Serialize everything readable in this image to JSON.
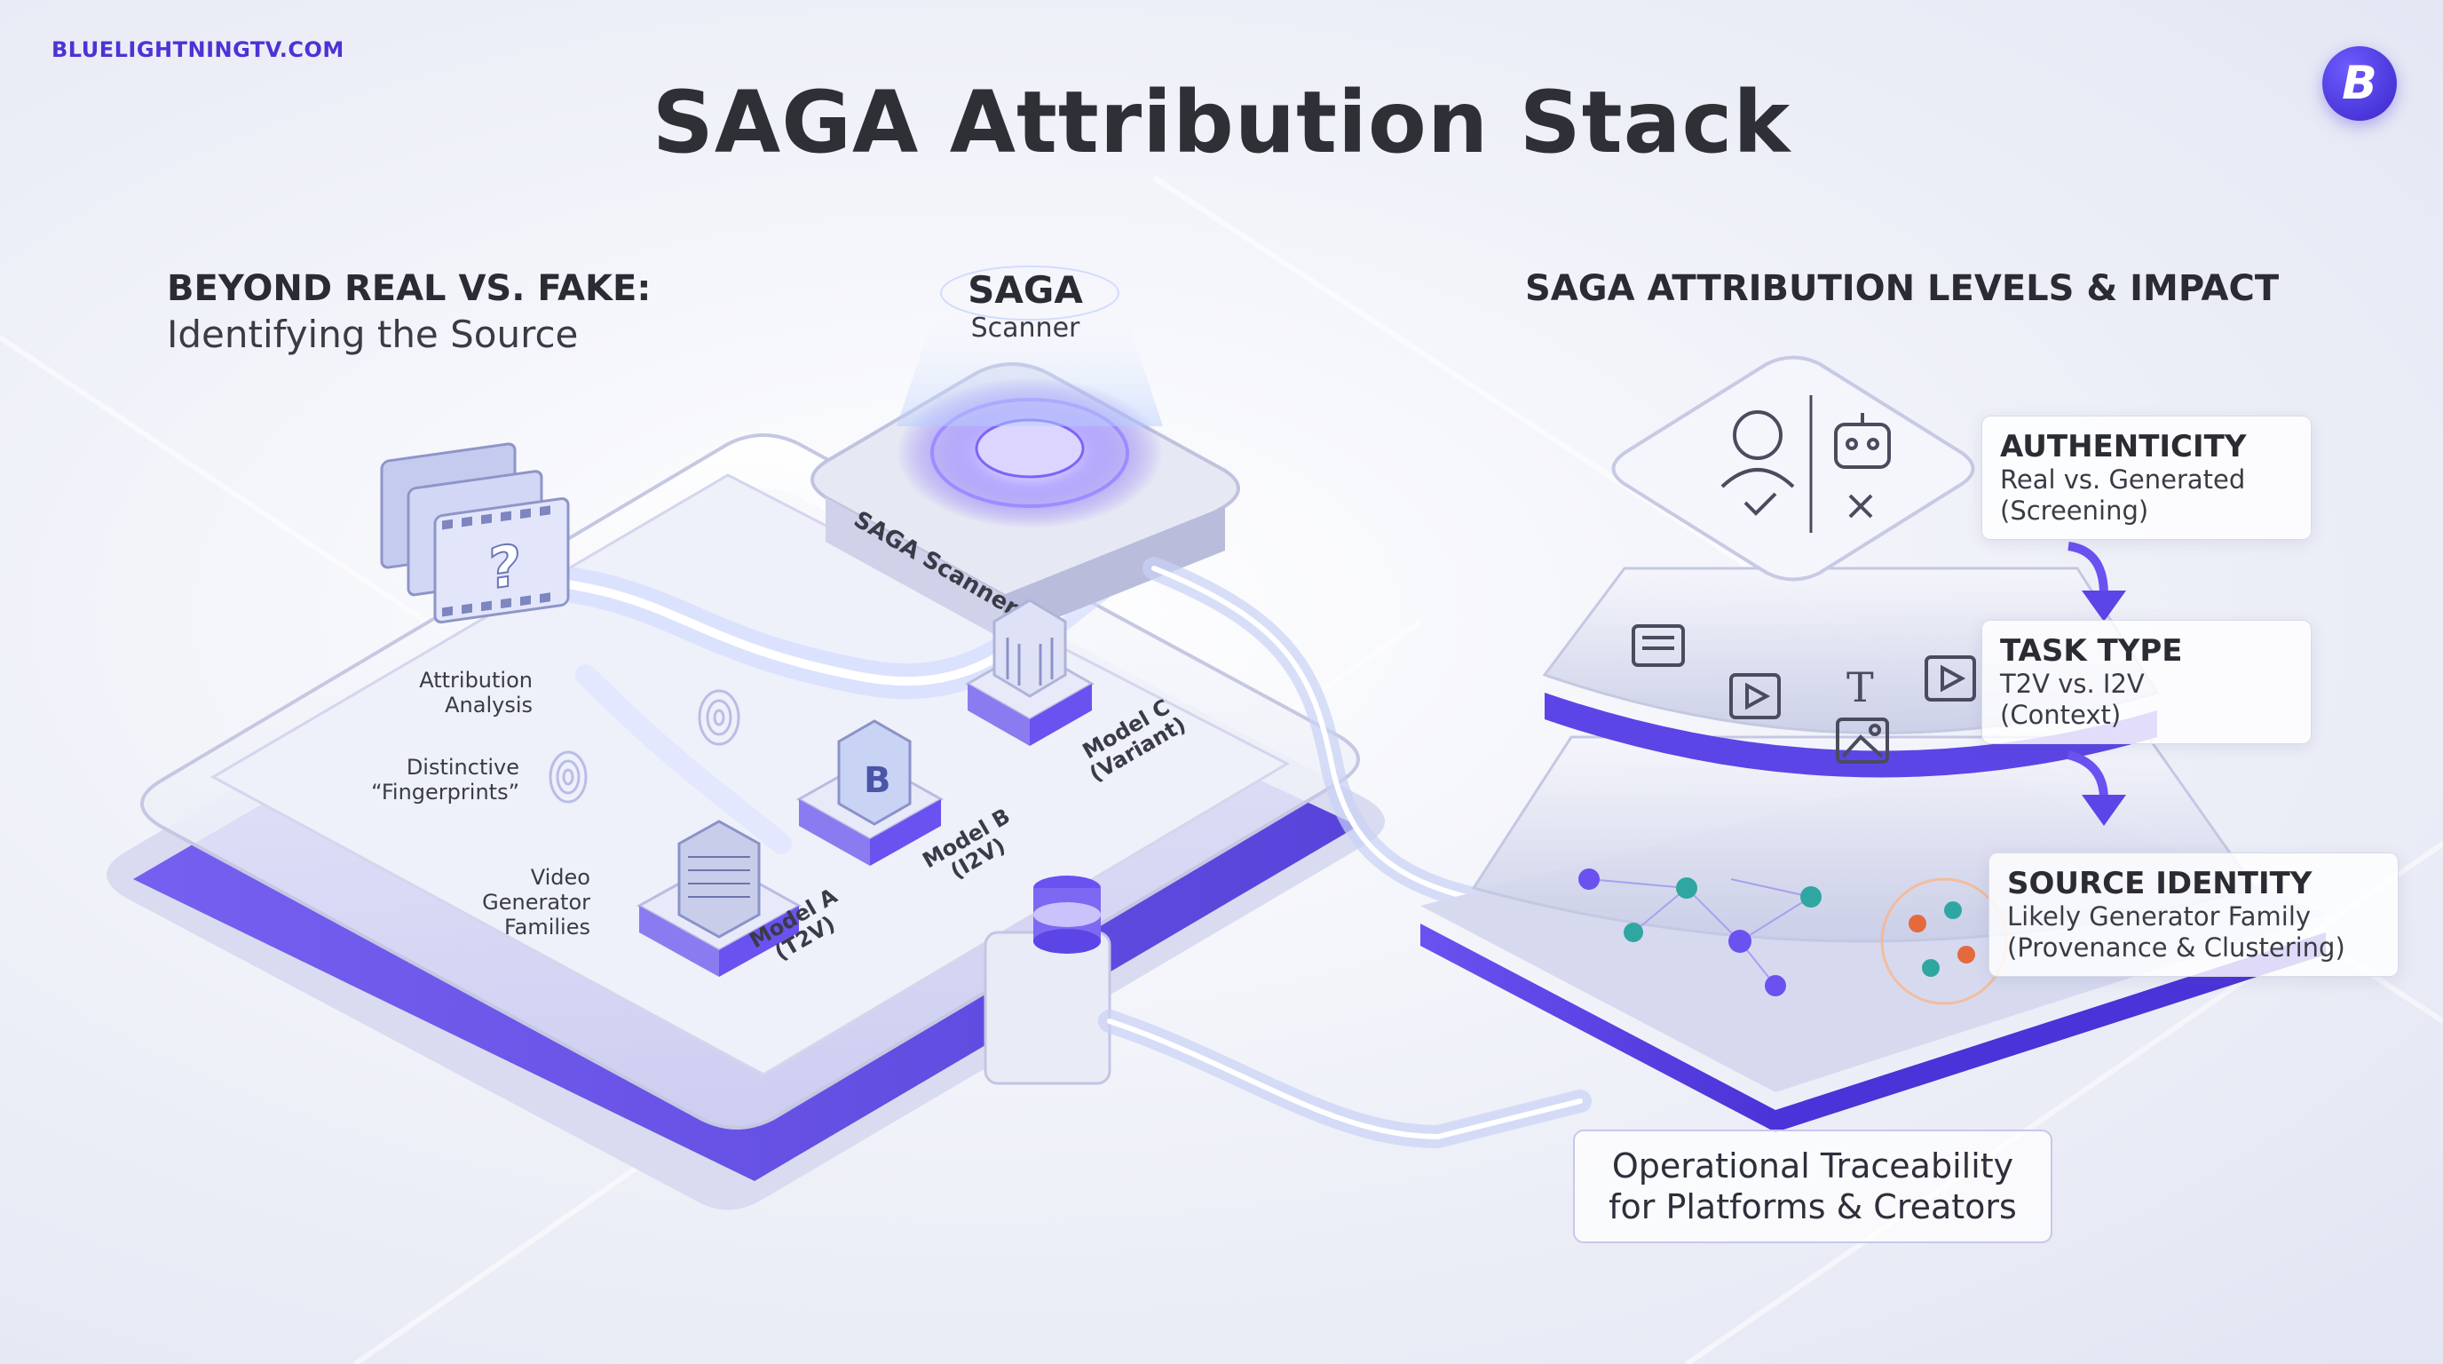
{
  "brand": {
    "url": "BLUELIGHTNINGTV.COM",
    "logo_letter": "B"
  },
  "title": "SAGA Attribution Stack",
  "left_section": {
    "heading": "BEYOND REAL VS. FAKE:",
    "subheading": "Identifying the Source"
  },
  "scanner": {
    "heading": "SAGA",
    "subheading": "Scanner",
    "device_label": "SAGA Scanner"
  },
  "platform_labels": {
    "attribution_line1": "Attribution",
    "attribution_line2": "Analysis",
    "fingerprints_line1": "Distinctive",
    "fingerprints_line2": "“Fingerprints”",
    "families_line1": "Video",
    "families_line2": "Generator",
    "families_line3": "Families"
  },
  "models": [
    {
      "name": "Model A",
      "tag": "(T2V)"
    },
    {
      "name": "Model B",
      "tag": "(I2V)"
    },
    {
      "name": "Model C",
      "tag": "(Variant)"
    }
  ],
  "right_section": {
    "heading": "SAGA ATTRIBUTION LEVELS & IMPACT",
    "levels": [
      {
        "title": "AUTHENTICITY",
        "line1": "Real vs. Generated",
        "line2": "(Screening)"
      },
      {
        "title": "TASK TYPE",
        "line1": "T2V vs. I2V",
        "line2": "(Context)"
      },
      {
        "title": "SOURCE IDENTITY",
        "line1": "Likely Generator Family",
        "line2": "(Provenance & Clustering)"
      }
    ],
    "outcome_line1": "Operational Traceability",
    "outcome_line2": "for Platforms & Creators"
  },
  "icons": {
    "logo": "brand-logo-icon",
    "video": "film-strip-icon",
    "question": "question-mark-icon",
    "fingerprint": "fingerprint-icon",
    "human": "human-face-icon",
    "robot": "robot-icon",
    "check": "check-icon",
    "cross": "cross-icon",
    "text": "text-document-icon",
    "image": "image-icon",
    "database": "database-icon"
  },
  "colors": {
    "accent": "#5b45e6",
    "accent_dark": "#3b26c9",
    "glow": "#8f7bff",
    "text": "#2d2f3a",
    "brand_url": "#4b33d6"
  }
}
